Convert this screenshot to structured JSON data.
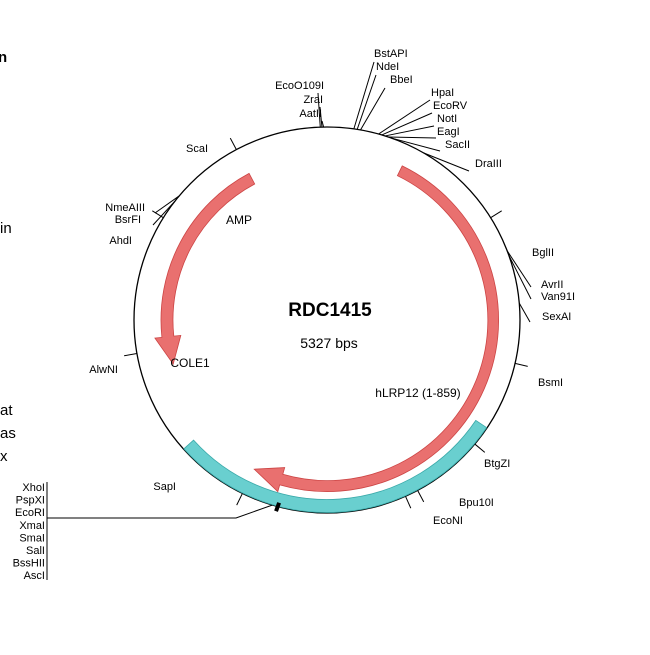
{
  "plasmid": {
    "name": "RDC1415",
    "size": "5327 bps"
  },
  "features": [
    {
      "id": "amp",
      "label": "AMP",
      "color": "#e9706f"
    },
    {
      "id": "cole1",
      "label": "COLE1",
      "color": "#69cfcf"
    },
    {
      "id": "hlrp12",
      "label": "hLRP12 (1-859)",
      "color": "#e9706f"
    }
  ],
  "sites": [
    {
      "id": "scal",
      "label": "ScaI"
    },
    {
      "id": "ecoo109i",
      "label": "EcoO109I"
    },
    {
      "id": "zrai",
      "label": "ZraI"
    },
    {
      "id": "aatii",
      "label": "AatII"
    },
    {
      "id": "bstapi",
      "label": "BstAPI"
    },
    {
      "id": "ndei",
      "label": "NdeI"
    },
    {
      "id": "bbei",
      "label": "BbeI"
    },
    {
      "id": "hpai",
      "label": "HpaI"
    },
    {
      "id": "ecorv",
      "label": "EcoRV"
    },
    {
      "id": "noti",
      "label": "NotI"
    },
    {
      "id": "eagi",
      "label": "EagI"
    },
    {
      "id": "sacii",
      "label": "SacII"
    },
    {
      "id": "draiii",
      "label": "DraIII"
    },
    {
      "id": "bglii",
      "label": "BglII"
    },
    {
      "id": "avrii",
      "label": "AvrII"
    },
    {
      "id": "van91i",
      "label": "Van91I"
    },
    {
      "id": "sexai",
      "label": "SexAI"
    },
    {
      "id": "bsmi",
      "label": "BsmI"
    },
    {
      "id": "btgzi",
      "label": "BtgZI"
    },
    {
      "id": "bpu10i",
      "label": "Bpu10I"
    },
    {
      "id": "econi",
      "label": "EcoNI"
    },
    {
      "id": "sapi",
      "label": "SapI"
    },
    {
      "id": "alwni",
      "label": "AlwNI"
    },
    {
      "id": "ahdi",
      "label": "AhdI"
    },
    {
      "id": "bsrfi",
      "label": "BsrFI"
    },
    {
      "id": "nmeaiii",
      "label": "NmeAIII"
    }
  ],
  "mcs_sites": [
    "XhoI",
    "PspXI",
    "EcoRI",
    "XmaI",
    "SmaI",
    "SalI",
    "BssHII",
    "AscI"
  ],
  "edge_text": {
    "top_fragment": "n",
    "mid_fragment": "in",
    "bottom_fragments": [
      "at",
      "as",
      "x"
    ]
  }
}
